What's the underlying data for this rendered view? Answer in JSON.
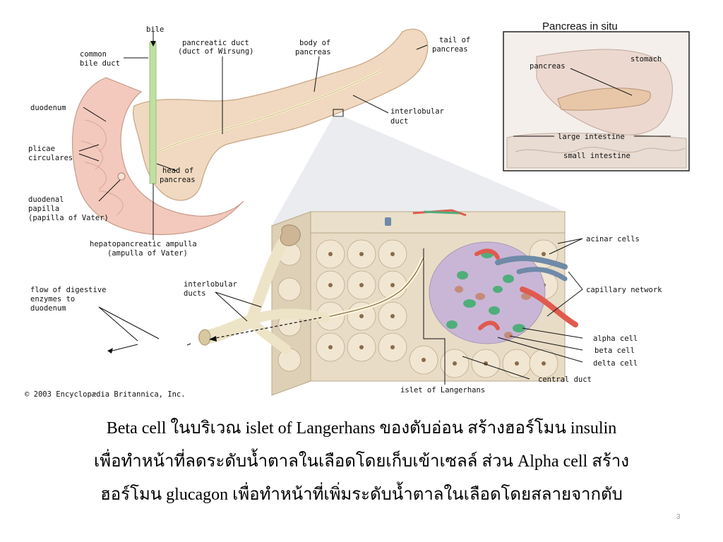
{
  "labels": {
    "bile": "bile",
    "common_bile_duct_1": "common",
    "common_bile_duct_2": "bile duct",
    "pancreatic_duct_1": "pancreatic duct",
    "pancreatic_duct_2": "(duct of Wirsung)",
    "body_1": "body of",
    "body_2": "pancreas",
    "tail_1": "tail of",
    "tail_2": "pancreas",
    "duodenum": "duodenum",
    "plicae_1": "plicae",
    "plicae_2": "circulares",
    "interlobular_duct_1": "interlobular",
    "interlobular_duct_2": "duct",
    "head_1": "head of",
    "head_2": "pancreas",
    "papilla_1": "duodenal",
    "papilla_2": "papilla",
    "papilla_3": "(papilla of Vater)",
    "ampulla_1": "hepatopancreatic ampulla",
    "ampulla_2": "(ampulla of Vater)",
    "flow_1": "flow of digestive",
    "flow_2": "enzymes to",
    "flow_3": "duodenum",
    "interlobular_ducts_1": "interlobular",
    "interlobular_ducts_2": "ducts",
    "acinar": "acinar cells",
    "capillary": "capillary network",
    "alpha": "alpha cell",
    "beta": "beta cell",
    "delta": "delta cell",
    "central_duct": "central duct",
    "islet": "islet of Langerhans",
    "copyright": "© 2003 Encyclopædia Britannica, Inc."
  },
  "inset": {
    "title": "Pancreas in situ",
    "pancreas": "pancreas",
    "stomach": "stomach",
    "large_intestine": "large intestine",
    "small_intestine": "small intestine"
  },
  "caption": {
    "line1": "Beta cell ในบริเวณ islet of Langerhans ของตับอ่อน สร้างฮอร์โมน insulin",
    "line2": "เพื่อทำหน้าที่ลดระดับน้ำตาลในเลือดโดยเก็บเข้าเซลล์  ส่วน Alpha cell สร้าง",
    "line3": "ฮอร์โมน glucagon เพื่อทำหน้าที่เพิ่มระดับน้ำตาลในเลือดโดยสลายจากตับ"
  },
  "page_number": "3",
  "colors": {
    "pancreas": "#f0d9c0",
    "duodenum": "#f2c9bc",
    "bile_duct": "#bfe0a0",
    "tissue": "#e8dcc6",
    "islet": "#c9b6d6",
    "alpha": "#4fae7a",
    "beta": "#c48b7a",
    "capillary_red": "#e05a4e",
    "capillary_blue": "#6f8aa8"
  }
}
